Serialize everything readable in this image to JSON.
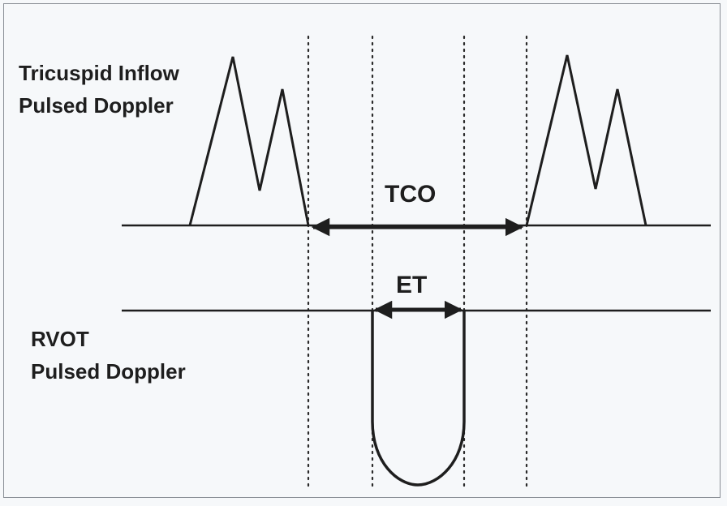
{
  "labels": {
    "tricuspid_line1": "Tricuspid Inflow",
    "tricuspid_line2": "Pulsed Doppler",
    "rvot_line1": "RVOT",
    "rvot_line2": "Pulsed Doppler",
    "tco": "TCO",
    "et": "ET"
  },
  "colors": {
    "line": "#1e1e1e",
    "background": "#f6f8fa",
    "frame": "#8a8f96"
  }
}
